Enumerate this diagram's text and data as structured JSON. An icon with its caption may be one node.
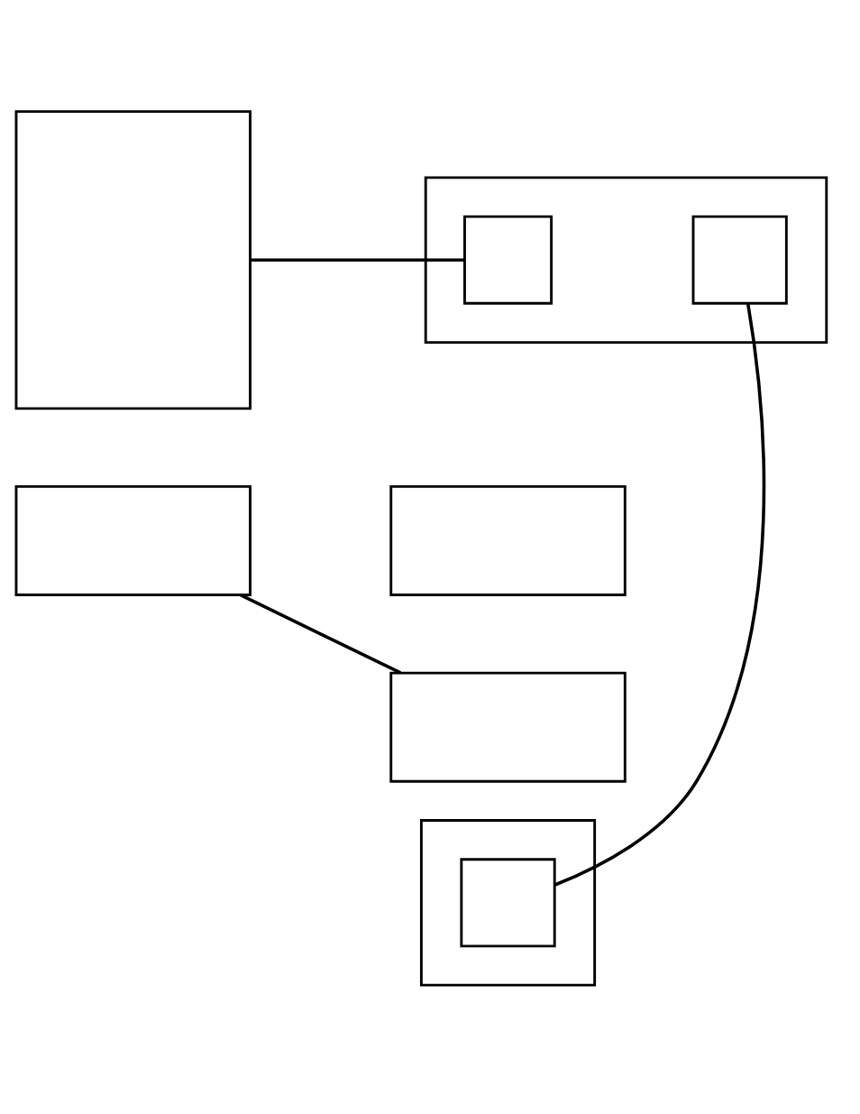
{
  "diagram": {
    "nodes": [
      {
        "text": [],
        "shape": "box"
      },
      {
        "text": [],
        "shape": "box"
      },
      {
        "text": [],
        "shape": "box"
      },
      {
        "text": [],
        "shape": "box",
        "in": 2
      },
      {
        "text": [],
        "shape": "box",
        "in": 2
      },
      {
        "text": [],
        "shape": "box"
      },
      {
        "text": [],
        "shape": "box"
      },
      {
        "text": [],
        "shape": "box"
      },
      {
        "text": [],
        "shape": "box",
        "in": 7
      }
    ],
    "edges": [
      {
        "from": 0,
        "to": 3,
        "arrow": "none"
      },
      {
        "from": 1,
        "to": 6,
        "arrow": "none"
      },
      {
        "from": 4,
        "to": 8,
        "arrow": "none"
      }
    ]
  }
}
